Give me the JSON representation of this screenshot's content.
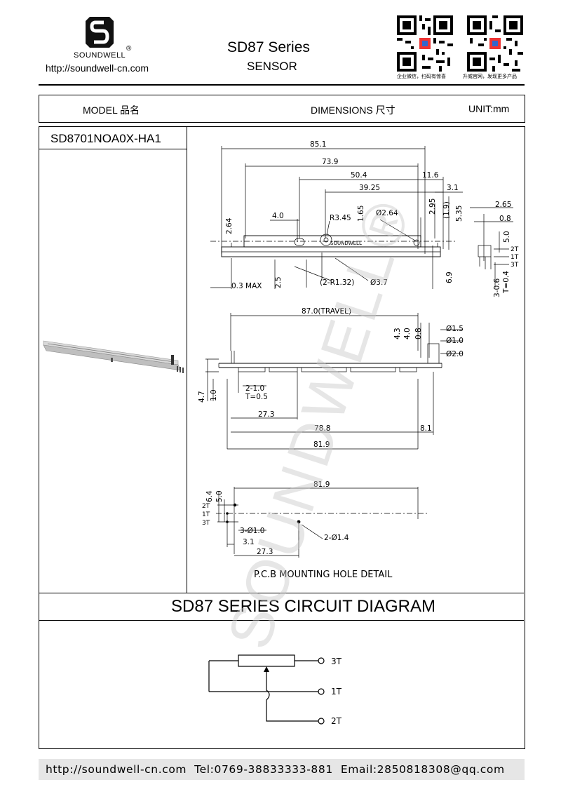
{
  "header": {
    "brand": "SOUNDWELL",
    "registered_mark": "®",
    "website": "http://soundwell-cn.com",
    "series_title": "SD87 Series",
    "series_subtitle": "SENSOR",
    "qr_caption_left": "企业微信，扫码有惊喜",
    "qr_caption_right": "升威官网，发现更多产品"
  },
  "table_header": {
    "model_label": "MODEL 品名",
    "dimensions_label": "DIMENSIONS 尺寸",
    "unit_label": "UNIT:mm"
  },
  "model": {
    "name": "SD8701NOA0X-HA1"
  },
  "drawing": {
    "top_view": {
      "dims": [
        "85.1",
        "73.9",
        "50.4",
        "11.6",
        "39.25",
        "3.1",
        "2.64",
        "4.0",
        "R3.45",
        "1.65",
        "Ø2.64",
        "2.95",
        "(1.9)",
        "5.35",
        "0.3  MAX",
        "2.5",
        "(2-R1.32)",
        "Ø3.7",
        "6.9"
      ],
      "slider_label": "SOUNDWELL"
    },
    "side_view": {
      "dims": [
        "2.65",
        "0.8",
        "5.0",
        "2T",
        "1T",
        "3T",
        "3-0.6",
        "T=0.4"
      ]
    },
    "front_view": {
      "dims": [
        "87.0(TRAVEL)",
        "4.3",
        "4.0",
        "0.8",
        "Ø1.5",
        "Ø1.0",
        "Ø2.0",
        "4.7",
        "1.0",
        "2-1.0",
        "T=0.5",
        "27.3",
        "78.8",
        "8.1",
        "81.9"
      ]
    },
    "pcb_view": {
      "dims": [
        "81.9",
        "6.4",
        "5.0",
        "2T",
        "1T",
        "3T",
        "3-Ø1.0",
        "2-Ø1.4",
        "3.1",
        "27.3"
      ],
      "caption": "P.C.B MOUNTING HOLE DETAIL"
    },
    "watermark": "SOUNDWELL®"
  },
  "circuit": {
    "title": "SD87 SERIES CIRCUIT DIAGRAM",
    "terminals": [
      "3T",
      "1T",
      "2T"
    ]
  },
  "footer": {
    "text": "http://soundwell-cn.com  Tel:0769-38833333-881  Email:2850818308@qq.com"
  }
}
